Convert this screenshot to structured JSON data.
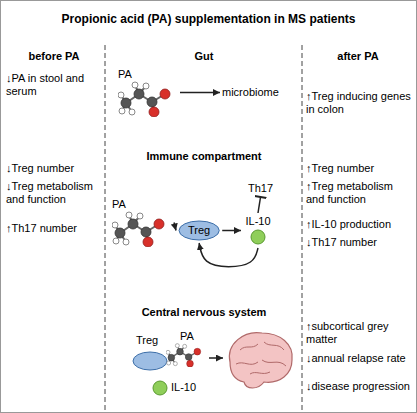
{
  "diagram": {
    "title": "Propionic acid (PA) supplementation in MS patients",
    "nodes": [
      {
        "text": [
          "PA"
        ]
      },
      {
        "text": [
          "microbiome"
        ]
      },
      {
        "text": [
          "PA"
        ]
      },
      {
        "text": [
          "Treg"
        ]
      },
      {
        "text": [
          "Th17"
        ]
      },
      {
        "text": [
          "IL-10"
        ]
      }
    ],
    "edges": [
      {
        "from": 0,
        "to": 1,
        "arrow": "to"
      },
      {
        "from": 2,
        "to": 3,
        "arrow": "to"
      },
      {
        "from": 3,
        "to": 5,
        "arrow": "to"
      },
      {
        "from": 5,
        "to": 4,
        "arrow": "to"
      },
      {
        "from": 5,
        "to": 3,
        "arrow": "to"
      }
    ],
    "labels": [
      "before PA",
      "after PA",
      "Gut",
      "↓PA in stool and serum",
      "↑Treg inducing genes in colon",
      "Immune compartment",
      "↓Treg number",
      "↓Treg metabolism and function",
      "↑Th17 number",
      "↑Treg number",
      "↑Treg metabolism and function",
      "↑IL-10 production",
      "↓Th17 number",
      "Central nervous system",
      "Treg",
      "PA",
      "IL-10",
      "↑subcortical grey matter",
      "↓annual relapse rate",
      "↓disease progression"
    ]
  }
}
